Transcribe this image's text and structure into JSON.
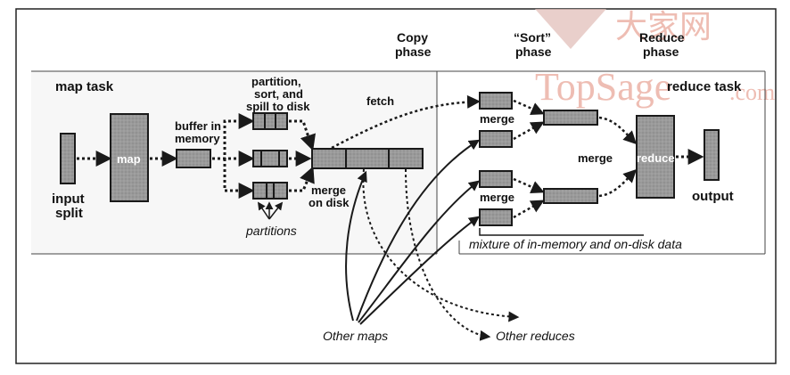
{
  "labels": {
    "map_task": "map task",
    "reduce_task": "reduce task",
    "copy_phase_1": "Copy",
    "copy_phase_2": "phase",
    "sort_phase_1": "“Sort”",
    "sort_phase_2": "phase",
    "reduce_phase_1": "Reduce",
    "reduce_phase_2": "phase",
    "input_split_1": "input",
    "input_split_2": "split",
    "map": "map",
    "buffer_1": "buffer in",
    "buffer_2": "memory",
    "partition_1": "partition,",
    "partition_2": "sort, and",
    "partition_3": "spill to disk",
    "partitions": "partitions",
    "merge_on_disk_1": "merge",
    "merge_on_disk_2": "on disk",
    "fetch": "fetch",
    "merge_top": "merge",
    "merge_bottom": "merge",
    "merge_mid": "merge",
    "reduce": "reduce",
    "output": "output",
    "mixture": "mixture of in-memory and on-disk data",
    "other_maps": "Other maps",
    "other_reduces": "Other reduces"
  },
  "watermark": {
    "text": "TopSage",
    "suffix": ".com",
    "chinese": "大家网"
  },
  "colors": {
    "box_fill": "#9a9a9a",
    "box_stroke": "#1a1a1a",
    "line": "#1a1a1a",
    "watermark": "#e9a79a"
  }
}
